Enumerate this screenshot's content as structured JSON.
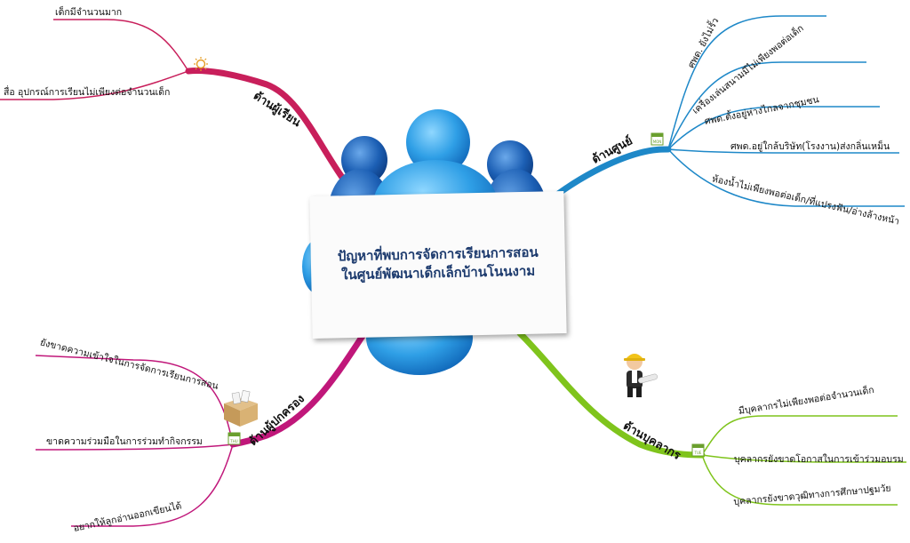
{
  "center": {
    "line1": "ปัญหาที่พบการจัดการเรียนการสอน",
    "line2": "ในศูนย์พัฒนาเด็กเล็กบ้านโนนงาม"
  },
  "colors": {
    "learner": "#c81f5b",
    "center": "#1e88c8",
    "parent": "#c0177a",
    "staff": "#7fc41c",
    "people": "#1f6fc2"
  },
  "branches": {
    "learner": {
      "label": "ด้านผู้เรียน",
      "icon": "sun-icon",
      "items": [
        "เด็กมีจำนวนมาก",
        "สื่อ อุปกรณ์การเรียนไม่เพียงต่อจำนวนเด็ก"
      ]
    },
    "center": {
      "label": "ด้านศูนย์",
      "icon": "calendar-icon",
      "icon_text": "MON",
      "items": [
        "ศพด. ยังไม่รั้ว",
        "เครื่องเล่นสนามมีไม่เพียงพอต่อเด็ก",
        "ศพด.ตั้งอยู่ห่างไกลจากชุมชน",
        "ศพด.อยู่ใกล้บริษัท(โรงงาน)ส่งกลิ่นเหม็น",
        "ห้องน้ำไม่เพียงพอต่อเด็ก/ที่แปรงฟัน/อ่างล้างหน้า"
      ]
    },
    "parent": {
      "label": "ด้านผู้ปกครอง",
      "icon": "calendar-icon",
      "icon_text": "THU",
      "items": [
        "ยังขาดความเข้าใจในการจัดการเรียนการสอน",
        "ขาดความร่วมมือในการร่วมทำกิจกรรม",
        "อยากให้ลูกอ่านออกเขียนได้"
      ]
    },
    "staff": {
      "label": "ด้านบุคลากร",
      "icon": "calendar-icon",
      "icon_text": "TUE",
      "items": [
        "มีบุคลากรไม่เพียงพอต่อจำนวนเด็ก",
        "บุคลากรยังขาดโอกาสในการเข้าร่วมอบรม",
        "บุคลากรยังขาดวุฒิทางการศึกษาปฐมวัย"
      ]
    }
  }
}
